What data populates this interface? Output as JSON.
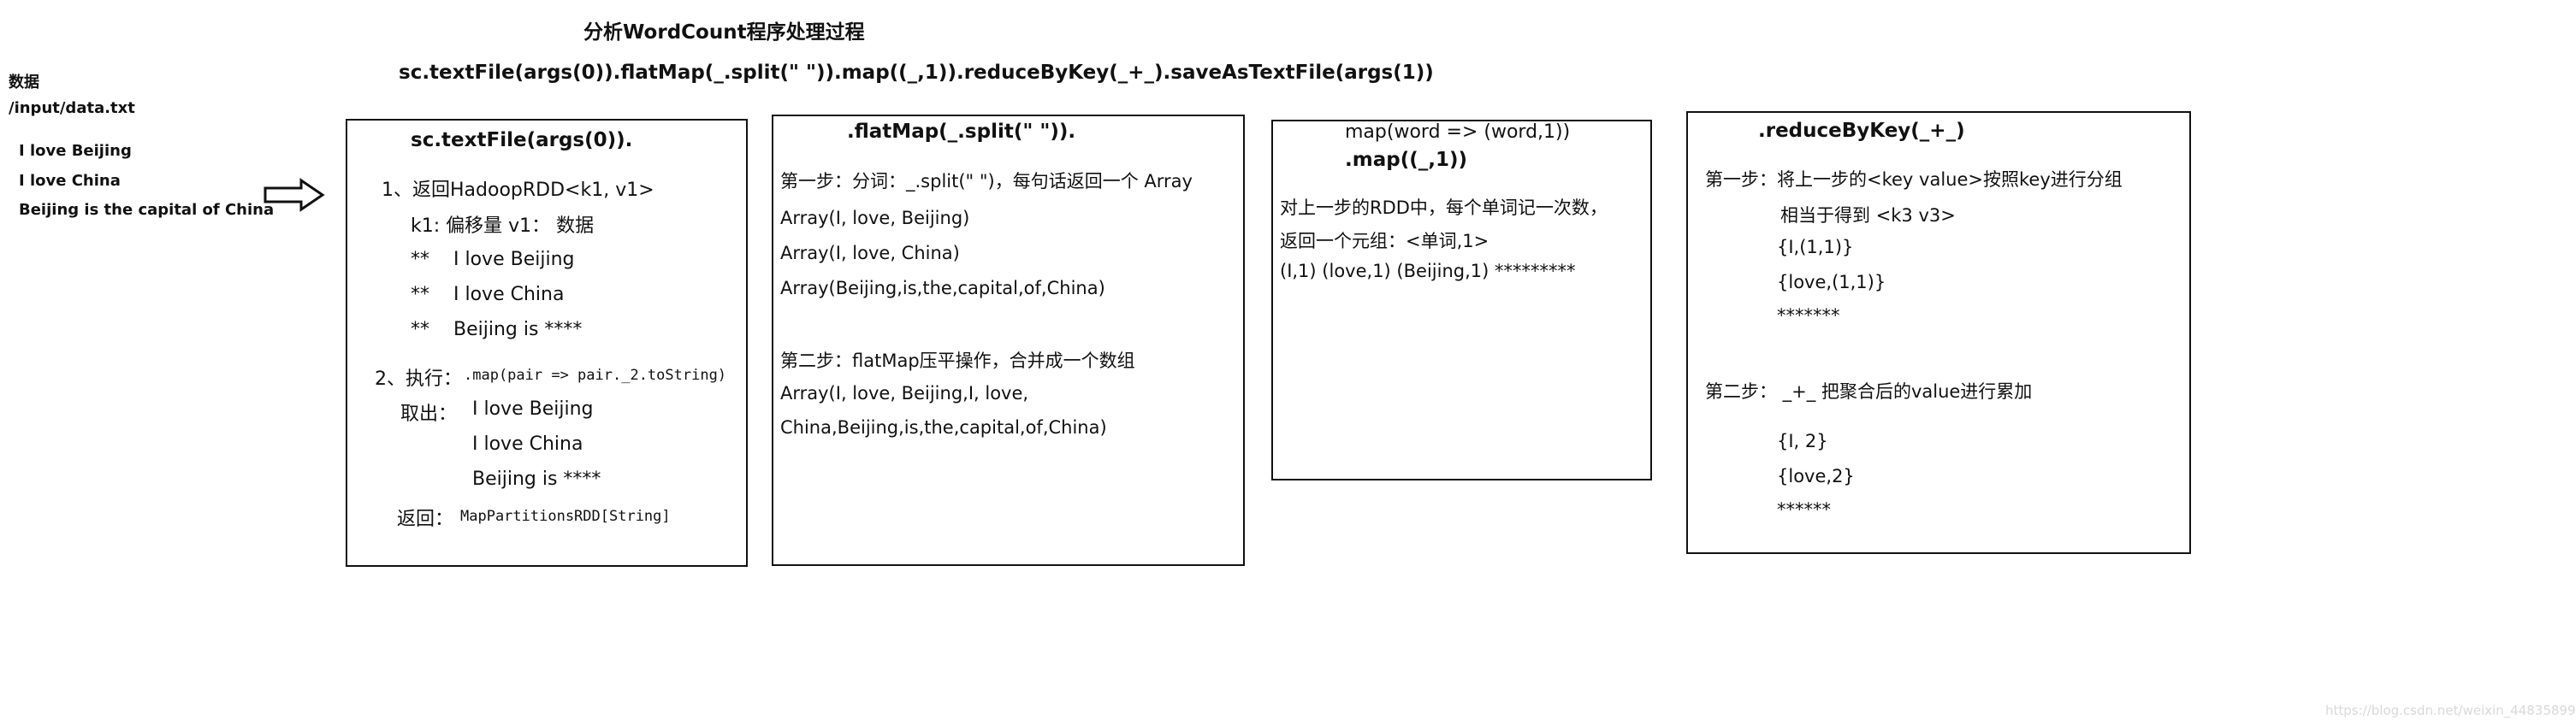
{
  "title": "分析WordCount程序处理过程",
  "pipeline_code": "sc.textFile(args(0)).flatMap(_.split(\" \")).map((_,1)).reduceByKey(_+_).saveAsTextFile(args(1))",
  "input": {
    "label": "数据",
    "path": "/input/data.txt",
    "lines": [
      "I love Beijing",
      "I love China",
      "Beijing is the capital of China"
    ]
  },
  "box1": {
    "header": "sc.textFile(args(0)).",
    "step1": "1、返回HadoopRDD<k1, v1>",
    "kv_desc": "k1: 偏移量   v1： 数据",
    "rows": [
      {
        "marker": "**",
        "text": "I love Beijing"
      },
      {
        "marker": "**",
        "text": "I love China"
      },
      {
        "marker": "**",
        "text": "Beijing is ****"
      }
    ],
    "step2_label": "2、执行：",
    "step2_code": ".map(pair => pair._2.toString)",
    "take_label": "取出：",
    "take_lines": [
      "I love Beijing",
      "I love China",
      "Beijing is ****"
    ],
    "return_label": "返回：",
    "return_code": "MapPartitionsRDD[String]"
  },
  "box2": {
    "header": ".flatMap(_.split(\" \")).",
    "step1": "第一步：分词：_.split(\" \")，每句话返回一个  Array",
    "arrays": [
      "Array(I, love, Beijing)",
      "Array(I, love, China)",
      "Array(Beijing,is,the,capital,of,China)"
    ],
    "step2": "第二步：flatMap压平操作，合并成一个数组",
    "merged_lines": [
      "Array(I, love, Beijing,I, love,",
      "China,Beijing,is,the,capital,of,China)"
    ]
  },
  "box3": {
    "top_code": "map(word  => (word,1))",
    "header": ".map((_,1))",
    "desc_lines": [
      "对上一步的RDD中，每个单词记一次数，",
      "返回一个元组：<单词,1>"
    ],
    "tuples": "(I,1) (love,1) (Beijing,1) *********"
  },
  "box4": {
    "header": ".reduceByKey(_+_)",
    "step1": "第一步：将上一步的<key value>按照key进行分组",
    "step1_sub": "相当于得到 <k3  v3>",
    "groups": [
      "{I,(1,1)}",
      "{love,(1,1)}",
      "*******"
    ],
    "step2": "第二步： _+_  把聚合后的value进行累加",
    "results": [
      "{I, 2}",
      "{love,2}",
      "******"
    ]
  },
  "watermark": "https://blog.csdn.net/weixin_44835899"
}
